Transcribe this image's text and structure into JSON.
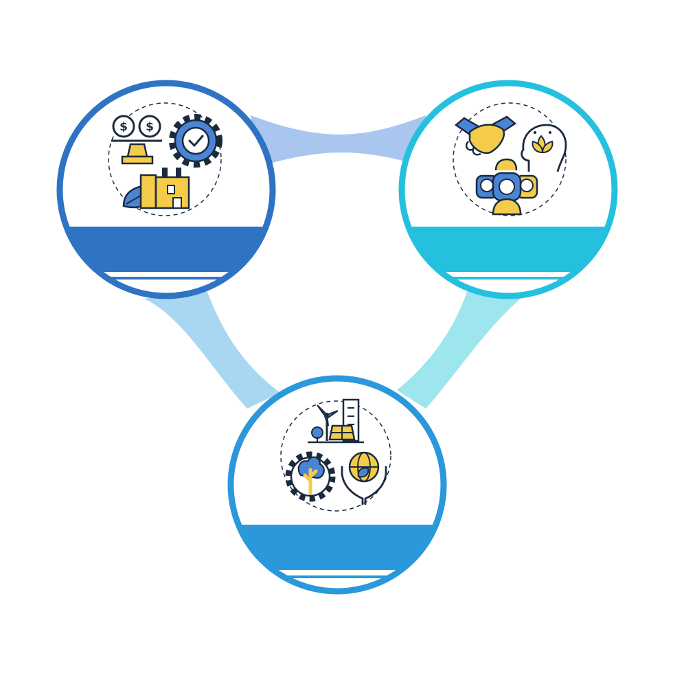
{
  "colors": {
    "background": "#ffffff",
    "blue_dark": "#2f73c4",
    "cyan": "#25c0de",
    "blue_mid": "#2b98db",
    "connector_top": "#a9c6ee",
    "connector_left": "#a9d7f1",
    "connector_right": "#9ee6ee",
    "icon_yellow": "#f4cc4a",
    "icon_blue": "#4a84d4",
    "icon_outline": "#1b2a3e",
    "dashed_ring": "#1b2a3e"
  },
  "nodes": [
    {
      "id": "economic",
      "icon_group": "economic-sustainability-icons",
      "icons": [
        "dollar-coins-icon",
        "balance-scale-icon",
        "gear-checkmark-icon",
        "factory-icon",
        "leaf-icon"
      ],
      "ring_color": "blue_dark",
      "band_color": "blue_dark",
      "title": "",
      "description": ""
    },
    {
      "id": "social",
      "icon_group": "social-sustainability-icons",
      "icons": [
        "handshake-icon",
        "mind-lotus-icon",
        "people-group-icon"
      ],
      "ring_color": "cyan",
      "band_color": "cyan",
      "title": "",
      "description": ""
    },
    {
      "id": "environmental",
      "icon_group": "environmental-sustainability-icons",
      "icons": [
        "wind-turbine-icon",
        "city-building-icon",
        "solar-panel-icon",
        "tree-gear-icon",
        "globe-hands-icon"
      ],
      "ring_color": "blue_mid",
      "band_color": "blue_mid",
      "title": "",
      "description": ""
    }
  ]
}
